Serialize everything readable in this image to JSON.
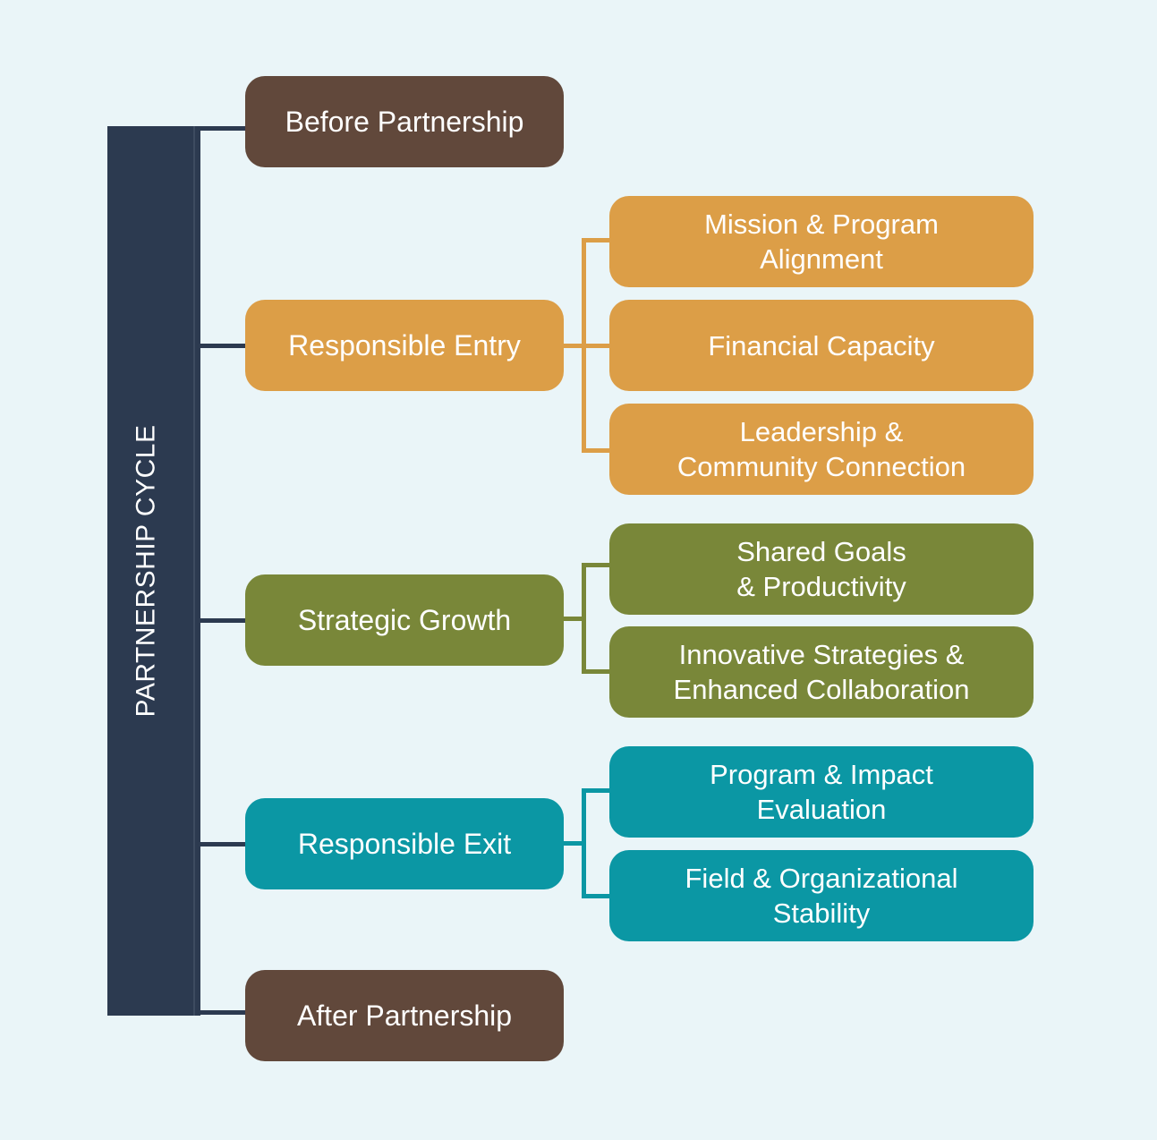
{
  "diagram": {
    "title": "PARTNERSHIP CYCLE",
    "colors": {
      "background": "#eaf5f8",
      "bar": "#2c3a50",
      "brown": "#61483b",
      "orange": "#dc9e47",
      "green": "#798739",
      "teal": "#0b97a4"
    },
    "stages": [
      {
        "label": "Before Partnership",
        "color": "brown",
        "children": []
      },
      {
        "label": "Responsible Entry",
        "color": "orange",
        "children": [
          {
            "lines": [
              "Mission & Program",
              "Alignment"
            ]
          },
          {
            "lines": [
              "Financial Capacity"
            ]
          },
          {
            "lines": [
              "Leadership &",
              "Community Connection"
            ]
          }
        ]
      },
      {
        "label": "Strategic Growth",
        "color": "green",
        "children": [
          {
            "lines": [
              "Shared Goals",
              "& Productivity"
            ]
          },
          {
            "lines": [
              "Innovative Strategies &",
              "Enhanced Collaboration"
            ]
          }
        ]
      },
      {
        "label": "Responsible Exit",
        "color": "teal",
        "children": [
          {
            "lines": [
              "Program & Impact",
              "Evaluation"
            ]
          },
          {
            "lines": [
              "Field & Organizational",
              "Stability"
            ]
          }
        ]
      },
      {
        "label": "After Partnership",
        "color": "brown",
        "children": []
      }
    ]
  }
}
